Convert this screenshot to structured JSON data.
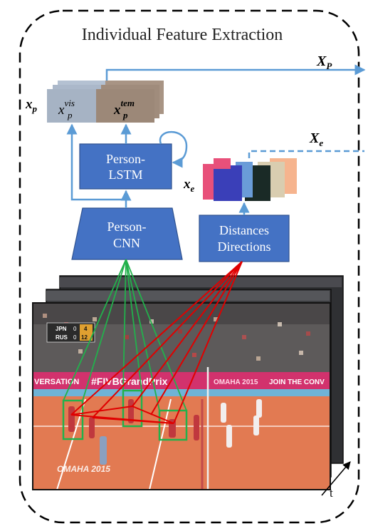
{
  "title": "Individual Feature Extraction",
  "output_p": {
    "main": "X",
    "sub": "P"
  },
  "output_e": {
    "main": "X",
    "sub": "e"
  },
  "xp_label": {
    "main": "x",
    "sub": "p"
  },
  "xe_label": {
    "main": "x",
    "sub": "e"
  },
  "vis_block": {
    "main": "x",
    "sub": "p",
    "sup": "vis"
  },
  "tem_block": {
    "main": "x",
    "sub": "p",
    "sup": "tem"
  },
  "person_lstm": {
    "line1": "Person-",
    "line2": "LSTM"
  },
  "person_cnn": {
    "line1": "Person-",
    "line2": "CNN"
  },
  "distances_box": {
    "line1": "Distances",
    "line2": "Directions"
  },
  "time_label": "t",
  "scene": {
    "scoreboard": {
      "team1": "JPN",
      "team2": "RUS",
      "score1": "0",
      "score2": "0",
      "set1": "4",
      "set2": "12"
    },
    "banner_left": "VERSATION",
    "banner_hashtag": "#FIVBGrandPrix",
    "banner_city": "OMAHA 2015",
    "banner_right": "JOIN THE CONV",
    "floor_text": "OMAHA 2015"
  },
  "colors": {
    "box_blue": "#4472c4",
    "arrow_blue": "#5b9bd5",
    "vis_gray": "#a6b3c4",
    "tem_brown": "#9c8878",
    "cnn_line": "#22b14c",
    "relation_line": "#e00000",
    "court_orange": "#e27a52",
    "edge_colors": [
      "#e8507a",
      "#3a3fb8",
      "#6a9cd8",
      "#1a2a26",
      "#d9cdb0",
      "#f6b48e"
    ]
  }
}
